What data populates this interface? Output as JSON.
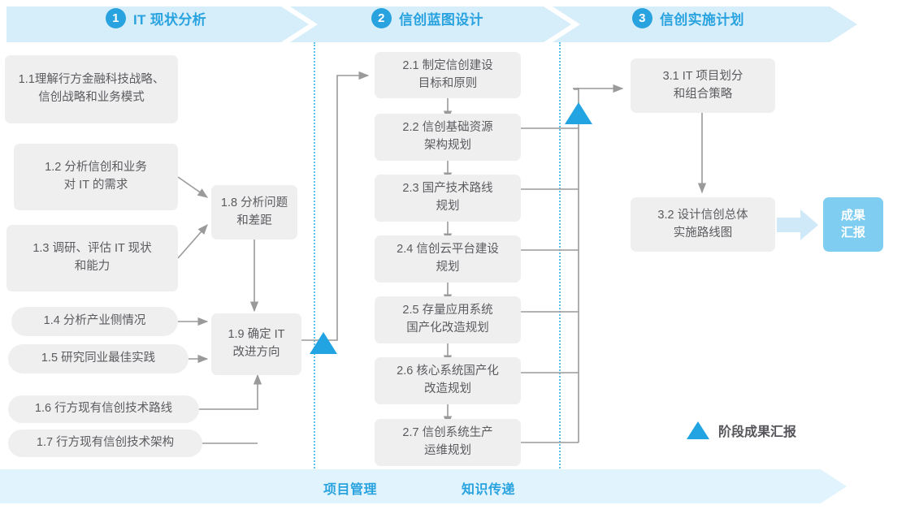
{
  "phases": [
    {
      "num": "1",
      "label": "IT 现状分析"
    },
    {
      "num": "2",
      "label": "信创蓝图设计"
    },
    {
      "num": "3",
      "label": "信创实施计划"
    }
  ],
  "phase1_nodes": [
    {
      "id": "1.1",
      "text": "1.1理解行方金融科技战略、\n信创战略和业务模式"
    },
    {
      "id": "1.2",
      "text": "1.2 分析信创和业务\n对 IT 的需求"
    },
    {
      "id": "1.3",
      "text": "1.3 调研、评估 IT 现状\n和能力"
    },
    {
      "id": "1.4",
      "text": "1.4 分析产业侧情况"
    },
    {
      "id": "1.5",
      "text": "1.5 研究同业最佳实践"
    },
    {
      "id": "1.6",
      "text": "1.6 行方现有信创技术路线"
    },
    {
      "id": "1.7",
      "text": "1.7 行方现有信创技术架构"
    },
    {
      "id": "1.8",
      "text": "1.8 分析问题\n和差距"
    },
    {
      "id": "1.9",
      "text": "1.9 确定 IT\n改进方向"
    }
  ],
  "phase2_nodes": [
    {
      "id": "2.1",
      "text": "2.1 制定信创建设\n目标和原则"
    },
    {
      "id": "2.2",
      "text": "2.2 信创基础资源\n架构规划"
    },
    {
      "id": "2.3",
      "text": "2.3 国产技术路线\n规划"
    },
    {
      "id": "2.4",
      "text": "2.4 信创云平台建设\n规划"
    },
    {
      "id": "2.5",
      "text": "2.5 存量应用系统\n国产化改造规划"
    },
    {
      "id": "2.6",
      "text": "2.6 核心系统国产化\n改造规划"
    },
    {
      "id": "2.7",
      "text": "2.7 信创系统生产\n运维规划"
    }
  ],
  "phase3_nodes": [
    {
      "id": "3.1",
      "text": "3.1 IT 项目划分\n和组合策略"
    },
    {
      "id": "3.2",
      "text": "3.2 设计信创总体\n实施路线图"
    }
  ],
  "result_node": {
    "text": "成果\n汇报"
  },
  "footer": {
    "items": [
      "项目管理",
      "知识传递"
    ]
  },
  "legend": {
    "label": "阶段成果汇报",
    "marker": "triangle-milestone"
  },
  "colors": {
    "accent": "#29a3e0",
    "band": "#d6edfa",
    "footer_band": "#e1f3fc",
    "node_bg": "#efefef",
    "node_text": "#5b5b60",
    "result_bg": "#7fcdf0",
    "wire": "#9a9a9a",
    "dotted": "#56c3ea",
    "milestone": "#22a3e2"
  }
}
